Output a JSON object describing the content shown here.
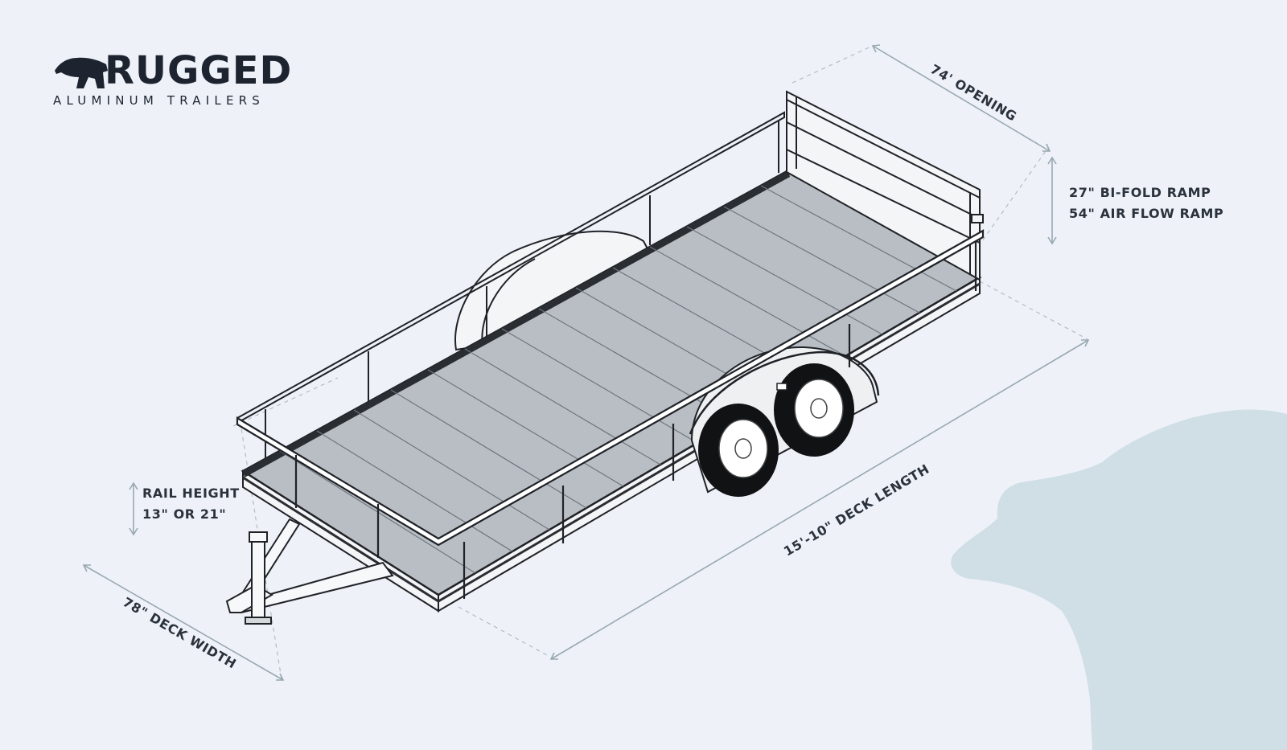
{
  "brand": {
    "name": "RUGGED",
    "tagline": "ALUMINUM TRAILERS",
    "color": "#1d2430"
  },
  "dimensions": {
    "opening": "74' OPENING",
    "ramp_line1": "27\" BI-FOLD RAMP",
    "ramp_line2": "54\" AIR FLOW RAMP",
    "rail_line1": "RAIL HEIGHT",
    "rail_line2": "13\" OR 21\"",
    "deck_length": "15'-10\" DECK LENGTH",
    "deck_width": "78\" DECK WIDTH"
  },
  "colors": {
    "background": "#eef2f8",
    "deck": "#b9bec4",
    "dimension_line": "#9aa8b0",
    "label_text": "#2b323c",
    "watermark": "#cfdfe5"
  }
}
